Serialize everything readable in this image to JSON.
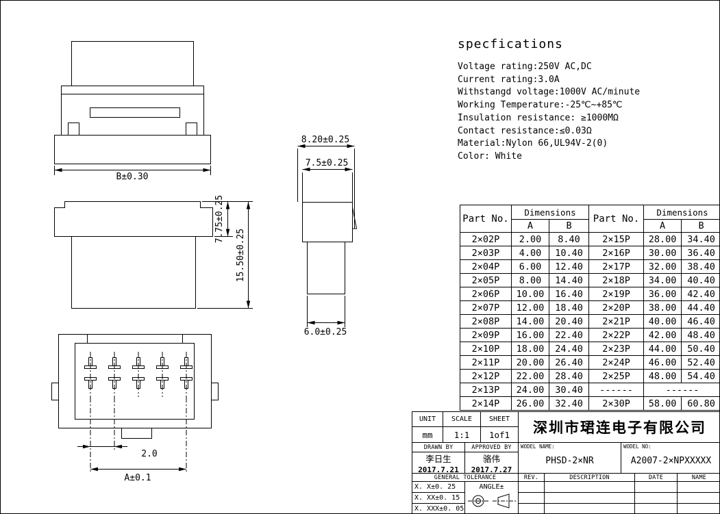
{
  "specifications": {
    "title": "specfications",
    "lines": [
      "Voltage rating:250V AC,DC",
      "Current rating:3.0A",
      "Withstangd voltage:1000V AC/minute",
      "Working Temperature:-25℃~+85℃",
      "Insulation resistance: ≥1000MΩ",
      "Contact resistance:≤0.03Ω",
      "Material:Nylon 66,UL94V-2(0)",
      "Color: White"
    ]
  },
  "dimensions": {
    "front_width": "B±0.30",
    "side_upper_height": "7.75±0.25",
    "side_total_height": "15.50±0.25",
    "terminal_outer_width": "8.20±0.25",
    "terminal_body_width": "7.5±0.25",
    "terminal_base_width": "6.0±0.25",
    "pin_pitch": "2.0",
    "pin_span": "A±0.1"
  },
  "parts_table": {
    "part_no_header": "Part No.",
    "dimensions_header": "Dimensions",
    "col_a": "A",
    "col_b": "B",
    "rows": [
      [
        "2×02P",
        "2.00",
        "8.40",
        "2×15P",
        "28.00",
        "34.40"
      ],
      [
        "2×03P",
        "4.00",
        "10.40",
        "2×16P",
        "30.00",
        "36.40"
      ],
      [
        "2×04P",
        "6.00",
        "12.40",
        "2×17P",
        "32.00",
        "38.40"
      ],
      [
        "2×05P",
        "8.00",
        "14.40",
        "2×18P",
        "34.00",
        "40.40"
      ],
      [
        "2×06P",
        "10.00",
        "16.40",
        "2×19P",
        "36.00",
        "42.40"
      ],
      [
        "2×07P",
        "12.00",
        "18.40",
        "2×20P",
        "38.00",
        "44.40"
      ],
      [
        "2×08P",
        "14.00",
        "20.40",
        "2×21P",
        "40.00",
        "46.40"
      ],
      [
        "2×09P",
        "16.00",
        "22.40",
        "2×22P",
        "42.00",
        "48.40"
      ],
      [
        "2×10P",
        "18.00",
        "24.40",
        "2×23P",
        "44.00",
        "50.40"
      ],
      [
        "2×11P",
        "20.00",
        "26.40",
        "2×24P",
        "46.00",
        "52.40"
      ],
      [
        "2×12P",
        "22.00",
        "28.40",
        "2×25P",
        "48.00",
        "54.40"
      ],
      [
        "2×13P",
        "24.00",
        "30.40",
        "------",
        "------",
        null
      ],
      [
        "2×14P",
        "26.00",
        "32.40",
        "2×30P",
        "58.00",
        "60.80"
      ]
    ]
  },
  "title_block": {
    "unit_label": "UNIT",
    "scale_label": "SCALE",
    "sheet_label": "SHEET",
    "unit_value": "mm",
    "scale_value": "1:1",
    "sheet_value": "1of1",
    "drawn_by_label": "DRAWN BY",
    "drawn_by_name": "李日生",
    "drawn_by_date": "2017.7.21",
    "approved_by_label": "APPROVED BY",
    "approved_by_name": "骆伟",
    "approved_by_date": "2017.7.27",
    "general_tolerance_label": "GENERAL TOLERANCE",
    "tolerance_1": "X. X±0. 25",
    "tolerance_2": "X. XX±0. 15",
    "tolerance_3": "X. XXX±0. 05",
    "angle_label": "ANGLE±",
    "company_name": "深圳市珺连电子有限公司",
    "model_name_label": "WODEL NAME:",
    "model_name_value": "PHSD-2×NR",
    "model_no_label": "WODEL NO:",
    "model_no_value": "A2007-2×NPXXXXX",
    "rev_label": "REV.",
    "description_label": "DESCRIPTION",
    "date_label": "DATE",
    "name_label": "NAME"
  }
}
